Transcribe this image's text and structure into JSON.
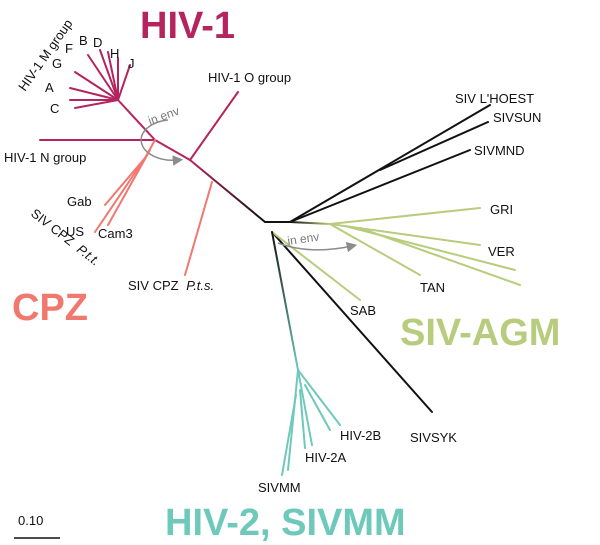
{
  "colors": {
    "hiv1": "#b5245f",
    "cpz": "#f0786e",
    "agm": "#b7cc7c",
    "hiv2": "#6ec9bb",
    "black": "#111111",
    "env_arrow": "#8c8c8c"
  },
  "groups": {
    "hiv1": "HIV-1",
    "cpz": "CPZ",
    "agm": "SIV-AGM",
    "hiv2": "HIV-2, SIVMM"
  },
  "m_group": {
    "label": "HIV-1 M group",
    "subtypes": [
      "A",
      "B",
      "C",
      "D",
      "F",
      "G",
      "H",
      "J"
    ]
  },
  "leaves": {
    "o_group": "HIV-1 O group",
    "n_group": "HIV-1 N group",
    "gab": "Gab",
    "us": "US",
    "cam3": "Cam3",
    "siv_cpz_ptt_prefix": "SIV CPZ",
    "ptt": "P.t.t.",
    "siv_cpz_pts_prefix": "SIV CPZ",
    "pts": "P.t.s.",
    "lhoest": "SIV L'HOEST",
    "sun": "SIVSUN",
    "mnd": "SIVMND",
    "gri": "GRI",
    "ver": "VER",
    "tan": "TAN",
    "sab": "SAB",
    "syk": "SIVSYK",
    "hiv2b": "HIV-2B",
    "hiv2a": "HIV-2A",
    "sivmm": "SIVMM"
  },
  "annotations": {
    "env1": "in env",
    "env2": "in env"
  },
  "scale_bar": {
    "label": "0.10"
  }
}
